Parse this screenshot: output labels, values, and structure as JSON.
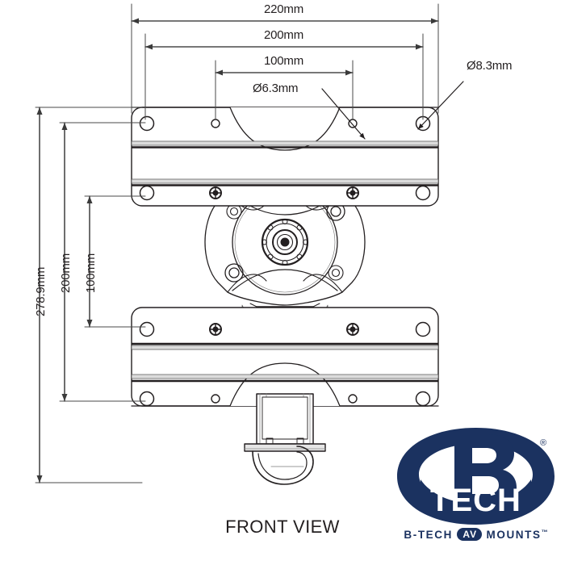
{
  "document": {
    "type": "technical-drawing",
    "view_caption": "FRONT VIEW",
    "background_color": "#ffffff",
    "line_color": "#231f20"
  },
  "dimensions": {
    "horizontal": [
      {
        "id": "width-overall",
        "label": "220mm",
        "value": 220,
        "unit": "mm"
      },
      {
        "id": "width-vesa-outer",
        "label": "200mm",
        "value": 200,
        "unit": "mm"
      },
      {
        "id": "width-vesa-inner",
        "label": "100mm",
        "value": 100,
        "unit": "mm"
      }
    ],
    "vertical": [
      {
        "id": "height-overall",
        "label": "278.9mm",
        "value": 278.9,
        "unit": "mm"
      },
      {
        "id": "height-vesa-outer",
        "label": "200mm",
        "value": 200,
        "unit": "mm"
      },
      {
        "id": "height-vesa-inner",
        "label": "100mm",
        "value": 100,
        "unit": "mm"
      }
    ]
  },
  "callouts": [
    {
      "id": "hole-small",
      "label": "Ø6.3mm",
      "diameter": 6.3,
      "unit": "mm"
    },
    {
      "id": "hole-large",
      "label": "Ø8.3mm",
      "diameter": 8.3,
      "unit": "mm"
    }
  ],
  "logo": {
    "brand_letter": "B",
    "brand_word": "TECH",
    "registered_mark": "®",
    "tagline_left": "B-TECH",
    "tagline_badge": "AV",
    "tagline_right": "MOUNTS",
    "trademark": "™",
    "color": "#1b3260"
  }
}
